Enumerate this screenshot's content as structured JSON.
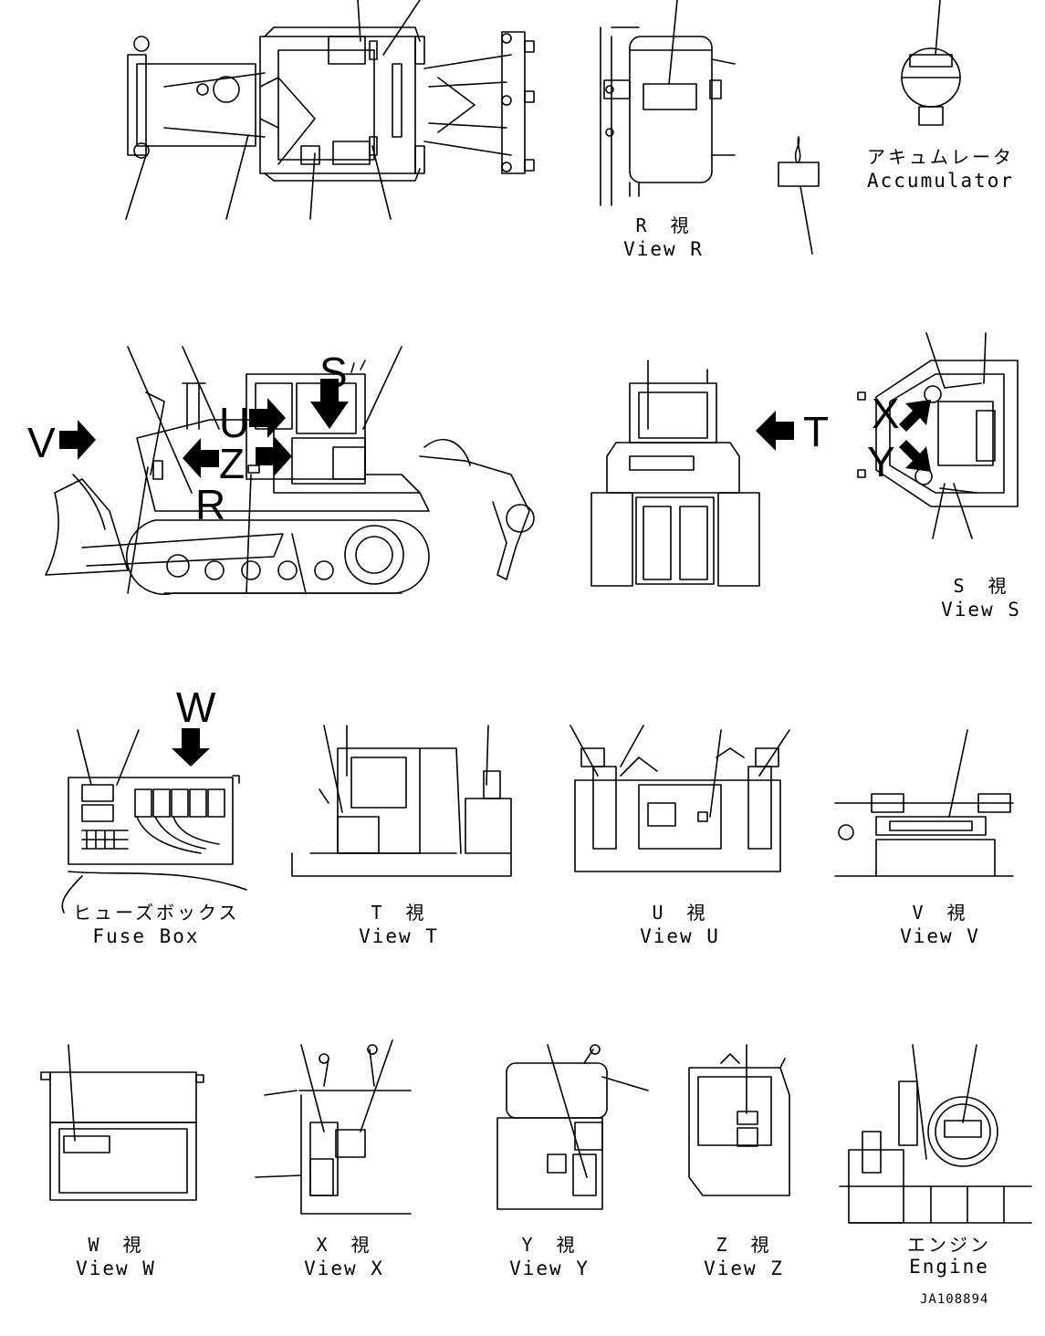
{
  "views": {
    "r": {
      "jp": "R　視",
      "en": "View R"
    },
    "s": {
      "jp": "S　視",
      "en": "View S"
    },
    "t": {
      "jp": "T　視",
      "en": "View T"
    },
    "u": {
      "jp": "U　視",
      "en": "View U"
    },
    "v": {
      "jp": "V　視",
      "en": "View V"
    },
    "w": {
      "jp": "W　視",
      "en": "View W"
    },
    "x": {
      "jp": "X　視",
      "en": "View X"
    },
    "y": {
      "jp": "Y　視",
      "en": "View Y"
    },
    "z": {
      "jp": "Z　視",
      "en": "View Z"
    },
    "accumulator": {
      "jp": "アキュムレータ",
      "en": "Accumulator"
    },
    "fuse_box": {
      "jp": "ヒューズボックス",
      "en": "Fuse Box"
    },
    "engine": {
      "jp": "エンジン",
      "en": "Engine"
    }
  },
  "view_letters": {
    "v": "V",
    "u": "U",
    "z": "Z",
    "r": "R",
    "s": "S",
    "t": "T",
    "x": "X",
    "y": "Y",
    "w": "W"
  },
  "drawing_code": "JA108894"
}
